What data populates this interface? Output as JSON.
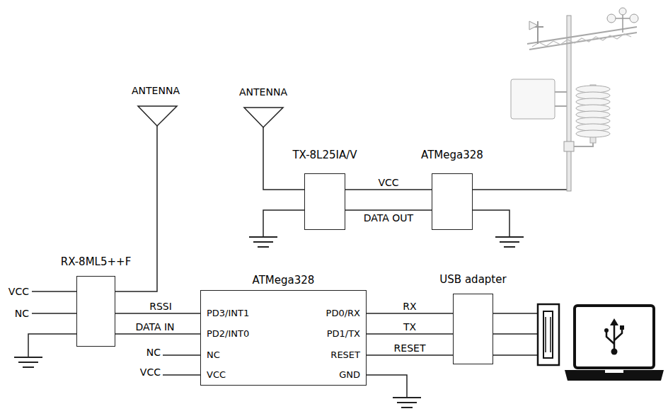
{
  "diagram": {
    "nodes": [
      {
        "text": [
          "TX-8L25IA/V"
        ]
      },
      {
        "text": [
          "ATMega328"
        ]
      },
      {
        "text": [
          "RX-8ML5++F"
        ]
      },
      {
        "text": [
          "ATMega328"
        ]
      },
      {
        "text": [
          "USB adapter"
        ]
      }
    ],
    "edges": [
      {
        "from": 0,
        "to": 1,
        "arrow": "none",
        "label": "VCC"
      },
      {
        "from": 0,
        "to": 1,
        "arrow": "none",
        "label": "DATA OUT"
      },
      {
        "from": 2,
        "to": 3,
        "arrow": "none",
        "label": "RSSI"
      },
      {
        "from": 2,
        "to": 3,
        "arrow": "none",
        "label": "DATA IN"
      },
      {
        "from": 3,
        "to": 4,
        "arrow": "none",
        "label": "RX"
      },
      {
        "from": 3,
        "to": 4,
        "arrow": "none",
        "label": "TX"
      },
      {
        "from": 3,
        "to": 4,
        "arrow": "none",
        "label": "RESET"
      }
    ],
    "labels": [
      "ANTENNA",
      "ANTENNA",
      "VCC",
      "NC",
      "NC",
      "VCC",
      "PD3/INT1",
      "PD2/INT0",
      "NC",
      "VCC",
      "PD0/RX",
      "PD1/TX",
      "RESET",
      "GND"
    ]
  }
}
